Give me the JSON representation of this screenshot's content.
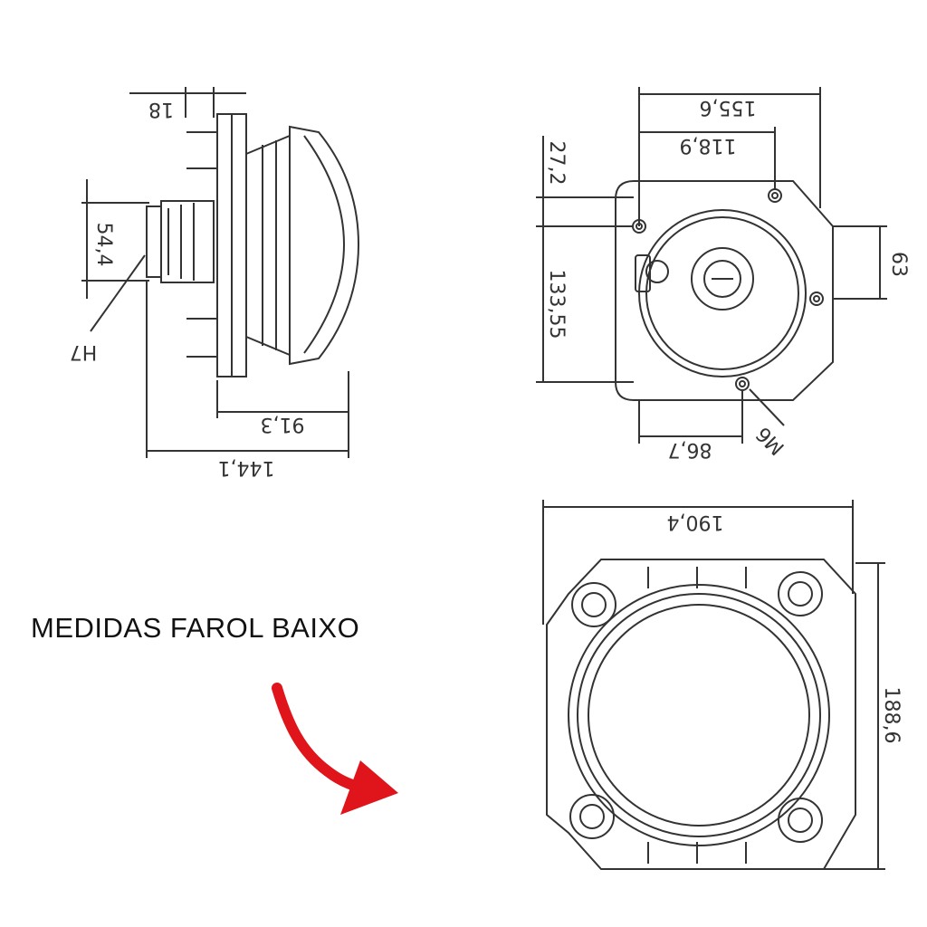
{
  "title": "MEDIDAS FAROL BAIXO",
  "dimensions": {
    "side_top": "18",
    "side_height": "54,4",
    "side_bulb": "H7",
    "side_depth": "91,3",
    "side_total": "144,1",
    "rear_width": "155,6",
    "rear_inner_width": "118,9",
    "rear_top_offset": "27,2",
    "rear_height": "133,55",
    "rear_right": "63",
    "rear_bottom_width": "86,7",
    "rear_bolt": "M6",
    "front_width": "190,4",
    "front_height": "188,6"
  },
  "colors": {
    "arrow": "#e0141b",
    "line": "#333333"
  }
}
